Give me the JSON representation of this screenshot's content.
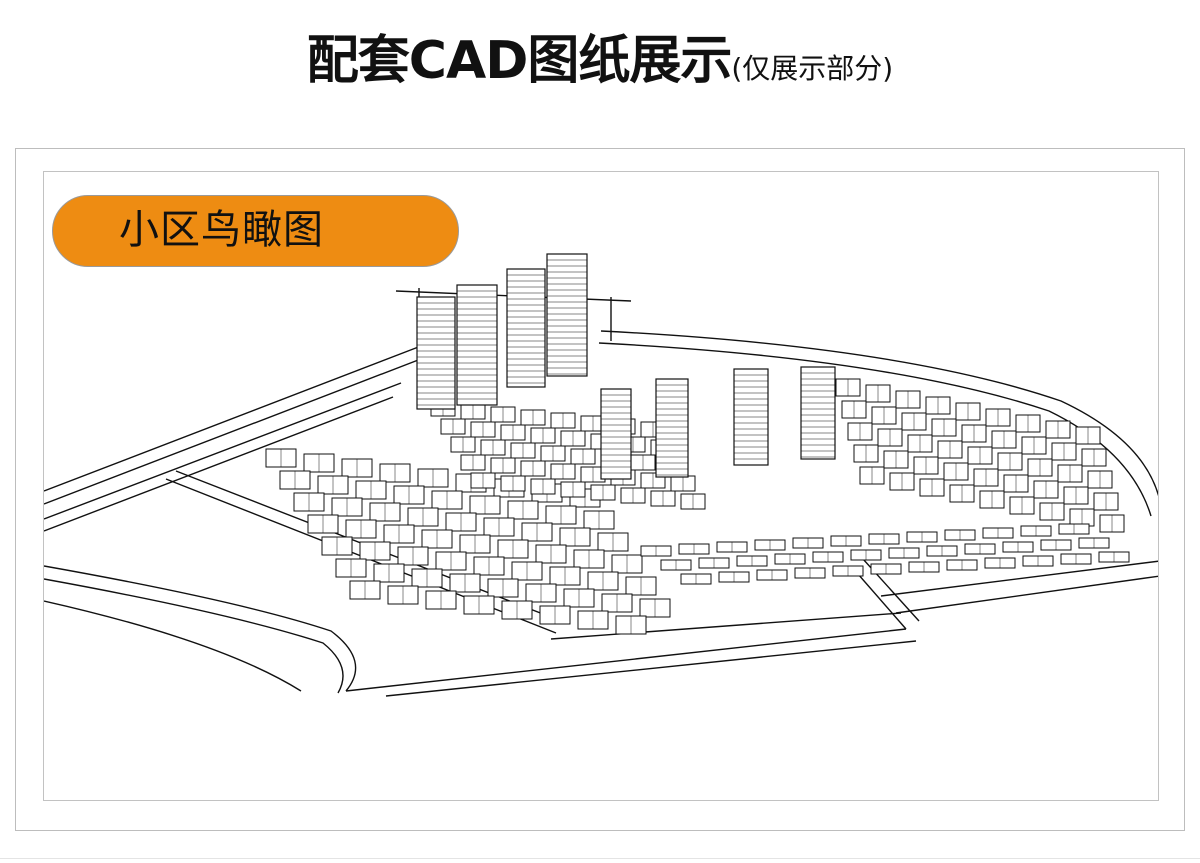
{
  "title": {
    "main": "配套CAD图纸展示",
    "sub": "(仅展示部分)"
  },
  "panel": {
    "label": "小区鸟瞰图"
  },
  "colors": {
    "label_fill": "#ee8c12",
    "frame_border": "#bdbdbd",
    "line_art": "#111111"
  }
}
